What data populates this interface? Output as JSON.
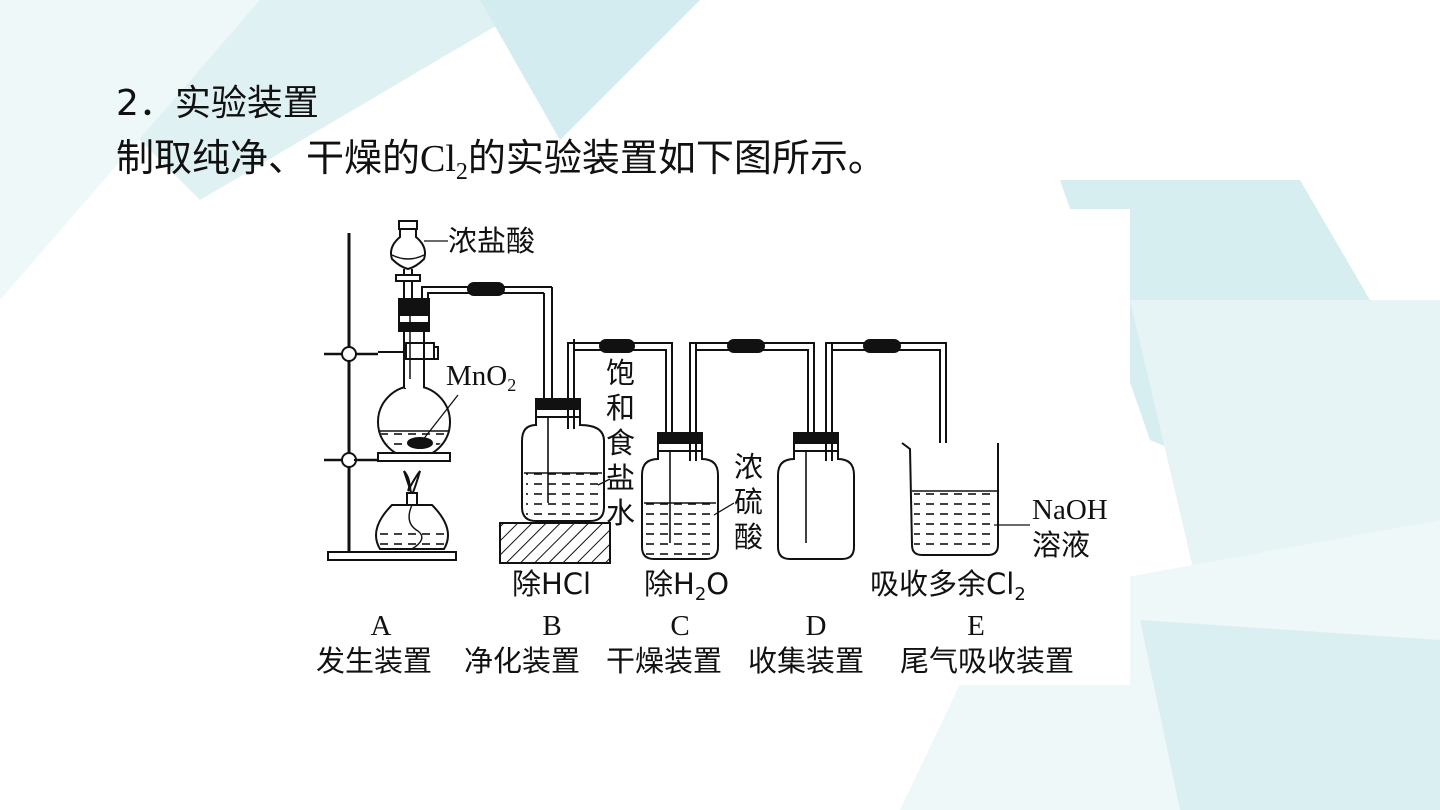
{
  "slide": {
    "heading": "2．实验装置",
    "subtitle_pre": "制取纯净、干燥的",
    "subtitle_formula": "Cl",
    "subtitle_sub": "2",
    "subtitle_post": "的实验装置如下图所示。"
  },
  "figure": {
    "top_labels": {
      "acid": "浓盐酸",
      "mno2_main": "MnO",
      "mno2_sub": "2",
      "brine": [
        "饱",
        "和",
        "食",
        "盐",
        "水"
      ],
      "h2so4": [
        "浓",
        "硫",
        "酸"
      ],
      "naoh_line1": "NaOH",
      "naoh_line2": "溶液"
    },
    "purpose_labels": {
      "b": "除HCl",
      "c_main": "除H",
      "c_sub": "2",
      "c_tail": "O",
      "e_main": "吸收多余Cl",
      "e_sub": "2"
    },
    "stations": [
      {
        "letter": "A",
        "name": "发生装置"
      },
      {
        "letter": "B",
        "name": "净化装置"
      },
      {
        "letter": "C",
        "name": "干燥装置"
      },
      {
        "letter": "D",
        "name": "收集装置"
      },
      {
        "letter": "E",
        "name": "尾气吸收装置"
      }
    ]
  },
  "colors": {
    "accent_teal": "#c9e7ea",
    "ink": "#111111"
  }
}
